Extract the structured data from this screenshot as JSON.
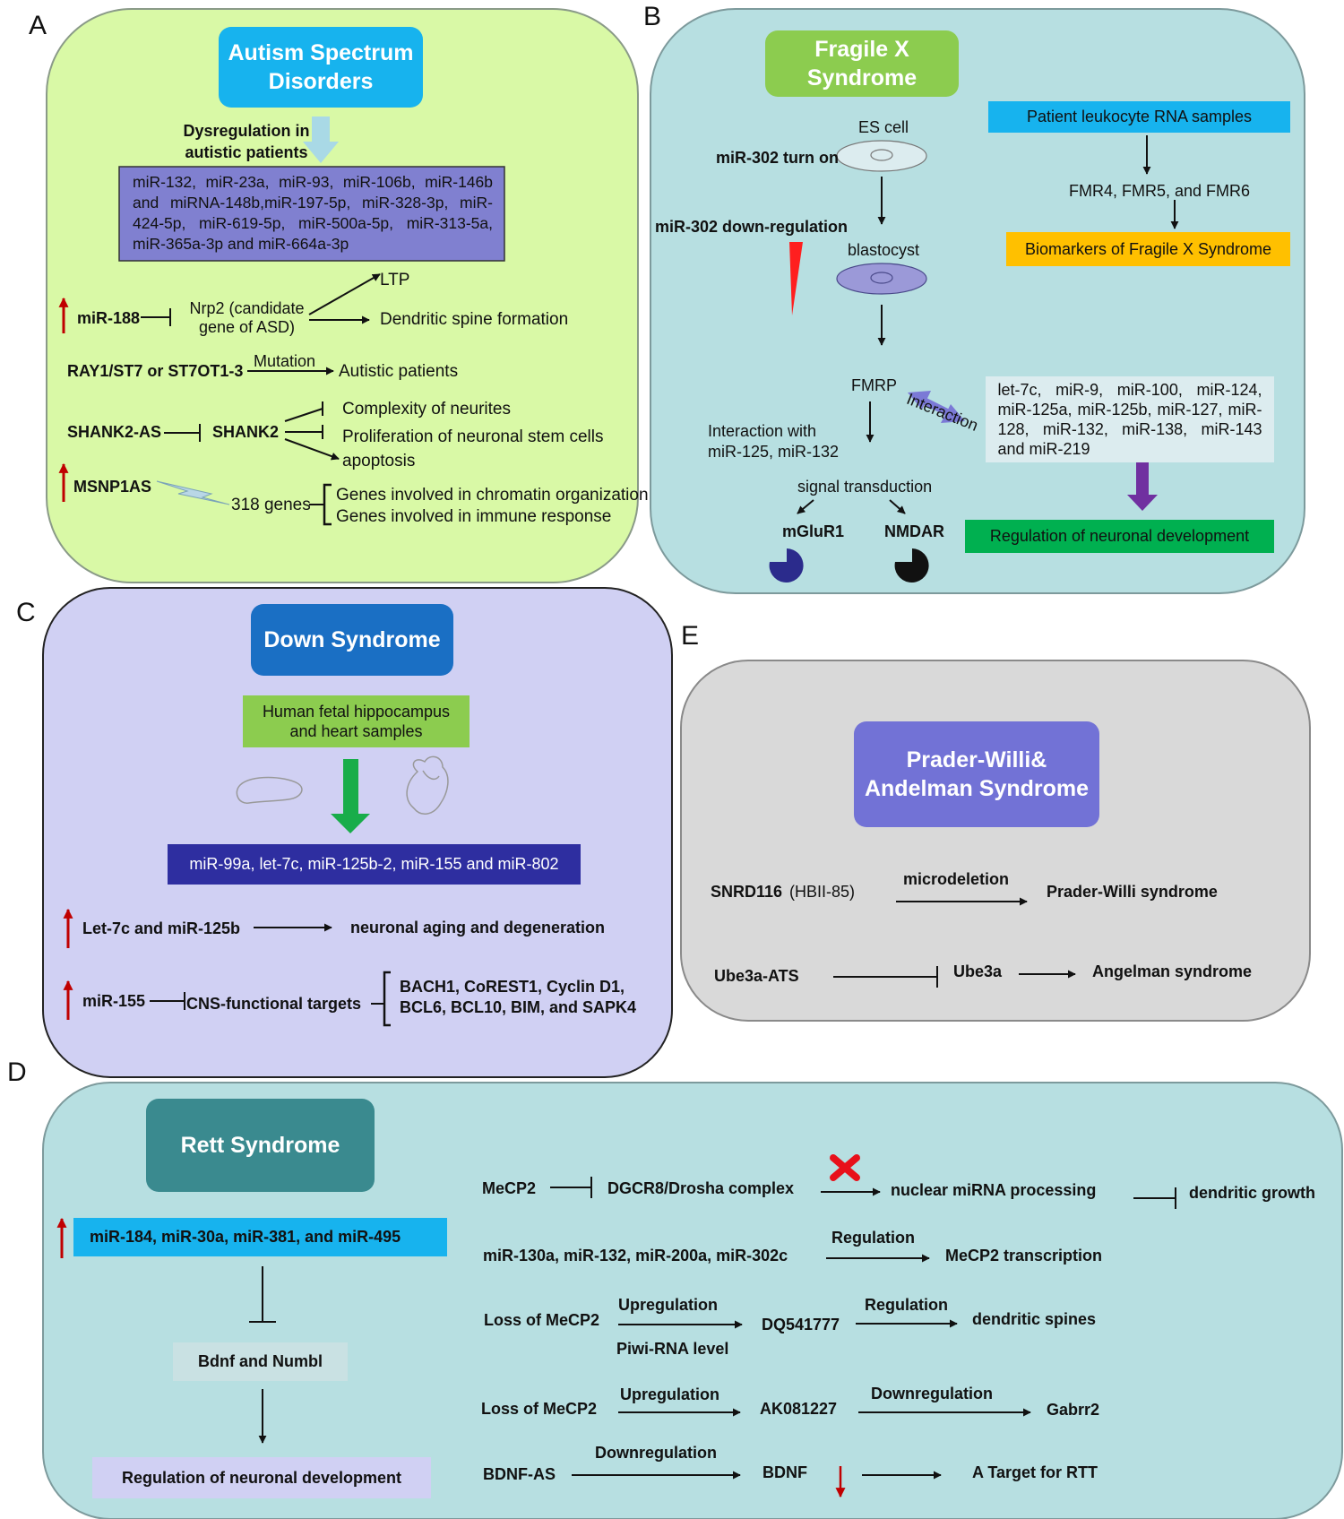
{
  "colors": {
    "panel_a_bg": "#d9f9a6",
    "panel_b_bg": "#b7dfe1",
    "panel_c_bg": "#d0d0f3",
    "panel_d_bg": "#b7dfe1",
    "panel_e_bg": "#d9d9d9",
    "title_blue": "#17b3ee",
    "title_green": "#8ccc4f",
    "title_down": "#1a6fc4",
    "title_prader": "#7272d6",
    "title_rett": "#3a8a8f",
    "mirna_box": "#8080d0",
    "red_arrow": "#c00000",
    "fmrp_arrow": "#7b79d6",
    "purple_arrow": "#7030a0",
    "green_arrow": "#18ad4a",
    "light_blue_arrow": "#a9d9e6"
  },
  "panels": {
    "a": {
      "letter": "A",
      "title": "Autism Spectrum Disorders",
      "dysregulation": "Dysregulation in autistic patients",
      "mirna_list": "miR-132, miR-23a, miR-93, miR-106b, miR-146b and miRNA-148b,miR-197-5p, miR-328-3p, miR-424-5p, miR-619-5p, miR-500a-5p, miR-313-5a, miR-365a-3p and miR-664a-3p",
      "mir188": "miR-188",
      "nrp2": "Nrp2 (candidate gene of ASD)",
      "ltp": "LTP",
      "dendritic_spine": "Dendritic spine formation",
      "ray1": "RAY1/ST7 or ST7OT1-3",
      "mutation": "Mutation",
      "autistic_patients": "Autistic patients",
      "shank2_as": "SHANK2-AS",
      "shank2": "SHANK2",
      "complexity": "Complexity of neurites",
      "proliferation": "Proliferation of neuronal stem cells",
      "apoptosis": "apoptosis",
      "msnp1as": "MSNP1AS",
      "genes318": "318 genes",
      "chromatin": "Genes involved in chromatin organization",
      "immune": "Genes involved in immune response"
    },
    "b": {
      "letter": "B",
      "title": "Fragile X Syndrome",
      "es_cell": "ES cell",
      "mir302_on": "miR-302 turn on",
      "mir302_down": "miR-302 down-regulation",
      "blastocyst": "blastocyst",
      "fmrp": "FMRP",
      "interaction": "Interaction",
      "interaction_with": "Interaction with miR-125, miR-132",
      "signal": "signal transduction",
      "mglur1": "mGluR1",
      "nmdar": "NMDAR",
      "leukocyte": "Patient leukocyte RNA samples",
      "fmr": "FMR4, FMR5, and FMR6",
      "biomarkers": "Biomarkers of Fragile X Syndrome",
      "mirna_list": "let-7c, miR-9, miR-100, miR-124, miR-125a, miR-125b, miR-127, miR-128, miR-132, miR-138, miR-143 and miR-219",
      "regulation": "Regulation of neuronal development"
    },
    "c": {
      "letter": "C",
      "title": "Down Syndrome",
      "samples": "Human fetal hippocampus and heart samples",
      "mirna_list": "miR-99a, let-7c, miR-125b-2, miR-155 and miR-802",
      "let7c": "Let-7c and miR-125b",
      "aging": "neuronal aging and degeneration",
      "mir155": "miR-155",
      "cns": "CNS-functional targets",
      "targets_1": "BACH1, CoREST1, Cyclin D1,",
      "targets_2": "BCL6, BCL10, BIM, and SAPK4"
    },
    "d": {
      "letter": "D",
      "title": "Rett Syndrome",
      "mirna_list": "miR-184, miR-30a, miR-381, and miR-495",
      "bdnf_numbl": "Bdnf and Numbl",
      "regulation": "Regulation of neuronal development",
      "mecp2": "MeCP2",
      "dgcr8": "DGCR8/Drosha complex",
      "nuclear": "nuclear miRNA processing",
      "dendritic_growth": "dendritic growth",
      "mir130": "miR-130a, miR-132, miR-200a, miR-302c",
      "regulation_label": "Regulation",
      "mecp2_transcription": "MeCP2 transcription",
      "loss_mecp2": "Loss of MeCP2",
      "upregulation": "Upregulation",
      "piwi": "Piwi-RNA level",
      "dq": "DQ541777",
      "dendritic_spines": "dendritic spines",
      "ak": "AK081227",
      "downregulation": "Downregulation",
      "gabrr2": "Gabrr2",
      "bdnf_as": "BDNF-AS",
      "bdnf": "BDNF",
      "target": "A Target for RTT"
    },
    "e": {
      "letter": "E",
      "title": "Prader-Willi& Andelman Syndrome",
      "snrd": "SNRD116",
      "hbii": "(HBII-85)",
      "microdeletion": "microdeletion",
      "prader": "Prader-Willi syndrome",
      "ube3a_ats": "Ube3a-ATS",
      "ube3a": "Ube3a",
      "angelman": "Angelman syndrome"
    }
  }
}
